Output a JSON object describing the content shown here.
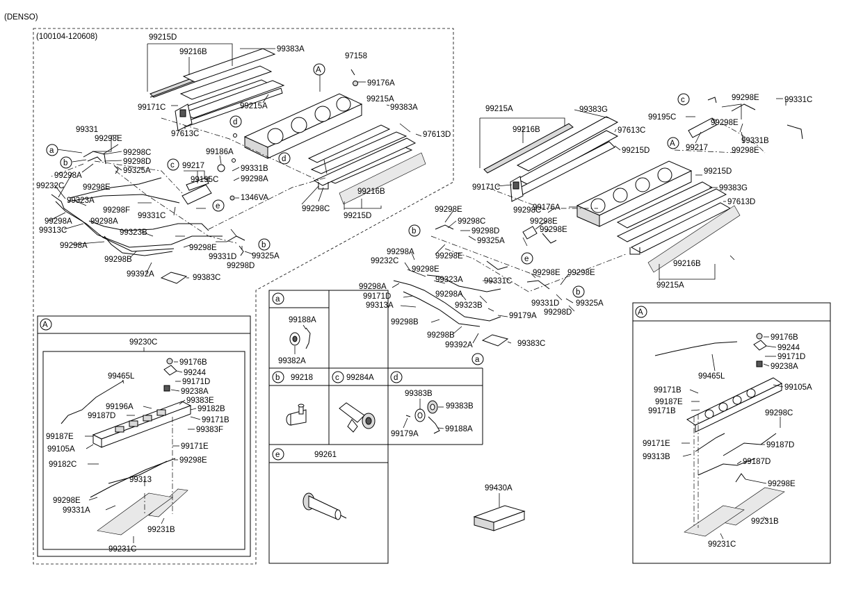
{
  "header": {
    "maker": "(DENSO)",
    "date_range": "(100104-120608)"
  },
  "left_assembly": {
    "labels": [
      "99215D",
      "99216B",
      "99383A",
      "97158",
      "99176A",
      "99171C",
      "99215A",
      "97613C",
      "99215A",
      "99383A",
      "97613D",
      "99331",
      "99298E",
      "99298C",
      "99298D",
      "99325A",
      "99298E",
      "99298A",
      "99232C",
      "99323A",
      "99298F",
      "99331C",
      "99298A",
      "99313C",
      "99323B",
      "99298A",
      "99298A",
      "99298B",
      "99392A",
      "99383C",
      "99298E",
      "99331D",
      "99325A",
      "99298D",
      "99186A",
      "99217",
      "99195C",
      "99331B",
      "99298A",
      "1346VA",
      "99298C",
      "99216B",
      "99215D"
    ],
    "callouts": [
      "A",
      "a",
      "b",
      "c",
      "d",
      "d",
      "e",
      "b"
    ]
  },
  "right_assembly": {
    "labels": [
      "99215A",
      "99216B",
      "99383G",
      "97613C",
      "99215D",
      "99171C",
      "99298E",
      "99298C",
      "99298D",
      "99325A",
      "99298E",
      "99298A",
      "99232C",
      "99298E",
      "99323A",
      "99331C",
      "99298A",
      "99171D",
      "99313A",
      "99298A",
      "99323B",
      "99298B",
      "99298B",
      "99392A",
      "99383C",
      "99176A",
      "99298C",
      "99298E",
      "99298E",
      "99298E",
      "99298E",
      "99331D",
      "99325A",
      "99298D",
      "99179A",
      "99215D",
      "99383G",
      "97613D",
      "99216B",
      "99215A",
      "99195C",
      "99217",
      "99298E",
      "99331B",
      "99298E",
      "99331C",
      "99298E"
    ],
    "callouts": [
      "A",
      "b",
      "b",
      "c",
      "e",
      "a"
    ]
  },
  "detail_a_left": {
    "marker": "A",
    "assembly": "99230C",
    "labels": [
      "99176B",
      "99244",
      "99171D",
      "99238A",
      "99465L",
      "99383E",
      "99196A",
      "99187D",
      "99182B",
      "99171B",
      "99383F",
      "99187E",
      "99105A",
      "99171E",
      "99298E",
      "99182C",
      "99313",
      "99298E",
      "99331A",
      "99231B",
      "99231C"
    ]
  },
  "detail_a_right": {
    "marker": "A",
    "labels": [
      "99176B",
      "99244",
      "99171D",
      "99238A",
      "99465L",
      "99105A",
      "99171B",
      "99187E",
      "99171B",
      "99298C",
      "99171E",
      "99187D",
      "99313B",
      "99187D",
      "99298E",
      "99231B",
      "99231C"
    ]
  },
  "parts_table": {
    "a": {
      "marker": "a",
      "labels": [
        "99188A",
        "99382A"
      ]
    },
    "b": {
      "marker": "b",
      "part": "99218"
    },
    "c": {
      "marker": "c",
      "part": "99284A"
    },
    "d": {
      "marker": "d",
      "labels": [
        "99383B",
        "99383B",
        "99179A",
        "99188A"
      ]
    },
    "e": {
      "marker": "e",
      "part": "99261"
    }
  },
  "standalone": {
    "label": "99430A"
  }
}
